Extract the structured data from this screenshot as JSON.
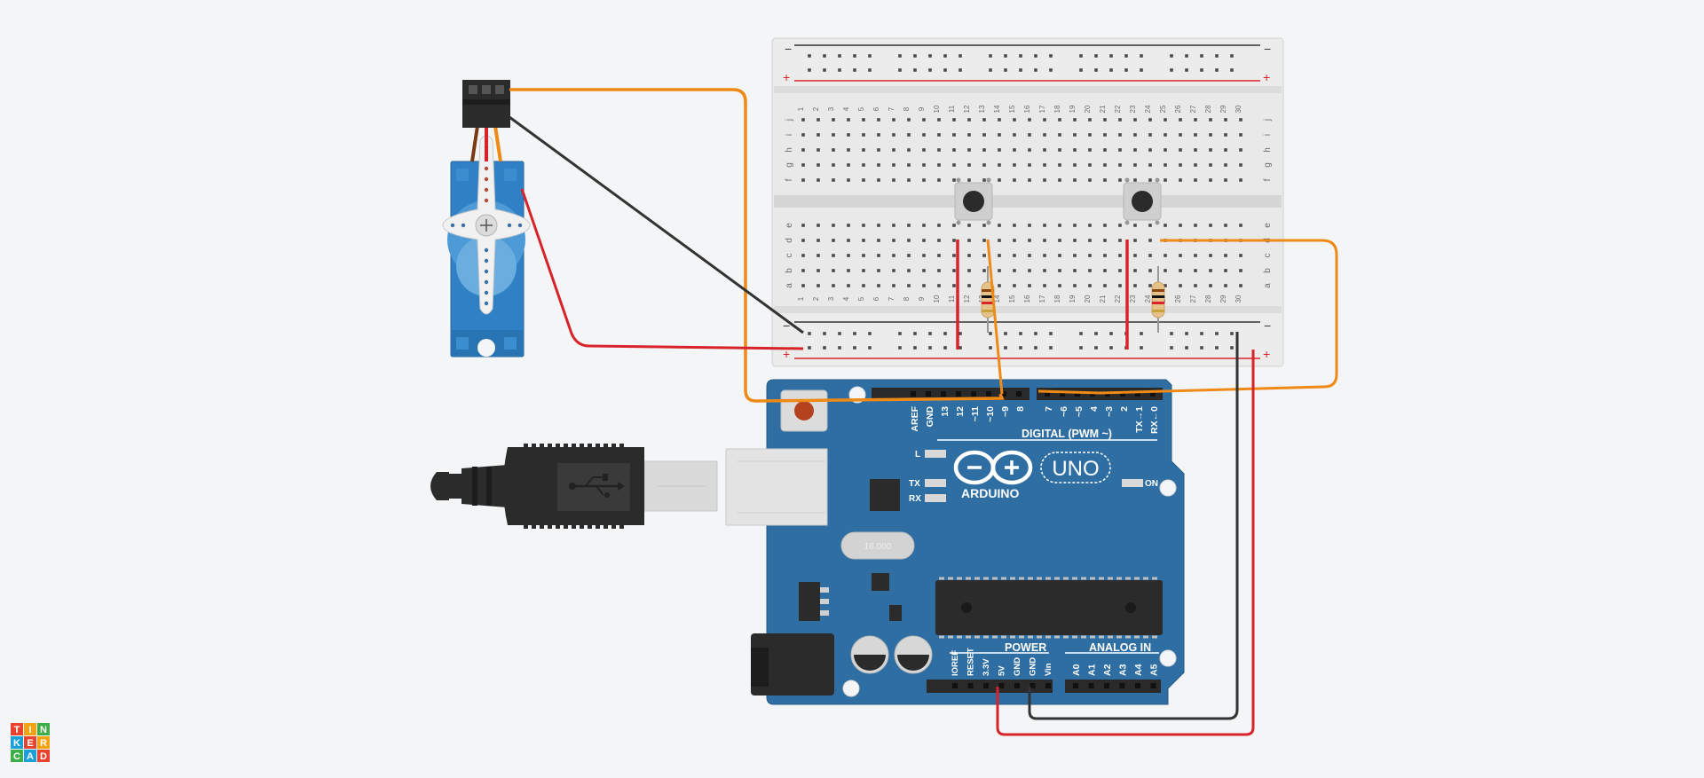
{
  "app": {
    "name": "TINKERCAD",
    "logo_letters": [
      "T",
      "I",
      "N",
      "K",
      "E",
      "R",
      "C",
      "A",
      "D"
    ]
  },
  "colors": {
    "background": "#f3f5f7",
    "arduino_blue": "#2f6ea3",
    "wire_orange": "#ef8a17",
    "wire_red": "#d9232a",
    "wire_black": "#333333",
    "servo_blue": "#2f80c4",
    "breadboard": "#e9e9e9",
    "logo_colors": [
      "#e8432e",
      "#f2a30f",
      "#3fae49",
      "#1aa0d8",
      "#e8432e",
      "#f2a30f",
      "#3fae49",
      "#1aa0d8",
      "#e8432e"
    ]
  },
  "breadboard": {
    "columns": [
      "1",
      "2",
      "3",
      "4",
      "5",
      "6",
      "7",
      "8",
      "9",
      "10",
      "11",
      "12",
      "13",
      "14",
      "15",
      "16",
      "17",
      "18",
      "19",
      "20",
      "21",
      "22",
      "23",
      "24",
      "25",
      "26",
      "27",
      "28",
      "29",
      "30"
    ],
    "rows_top": [
      "j",
      "i",
      "h",
      "g",
      "f"
    ],
    "rows_bottom": [
      "e",
      "d",
      "c",
      "b",
      "a"
    ],
    "rail_minus": "−",
    "rail_plus": "+"
  },
  "arduino": {
    "brand": "ARDUINO",
    "model": "UNO",
    "on_label": "ON",
    "led_labels": {
      "l": "L",
      "tx": "TX",
      "rx": "RX"
    },
    "crystal_label": "16.000",
    "digital_header_label": "DIGITAL (PWM ~)",
    "digital_pins": [
      "AREF",
      "GND",
      "13",
      "12",
      "~11",
      "~10",
      "~9",
      "8",
      "7",
      "~6",
      "~5",
      "4",
      "~3",
      "2",
      "TX→1",
      "RX←0"
    ],
    "power_header_label": "POWER",
    "power_pins": [
      "IOREF",
      "RESET",
      "3.3V",
      "5V",
      "GND",
      "GND",
      "Vin"
    ],
    "analog_header_label": "ANALOG IN",
    "analog_pins": [
      "A0",
      "A1",
      "A2",
      "A3",
      "A4",
      "A5"
    ]
  },
  "components": {
    "servo": "servo-motor",
    "buttons": [
      "pushbutton-1",
      "pushbutton-2"
    ],
    "resistors": [
      "resistor-1",
      "resistor-2"
    ],
    "usb_cable": "usb-cable"
  }
}
